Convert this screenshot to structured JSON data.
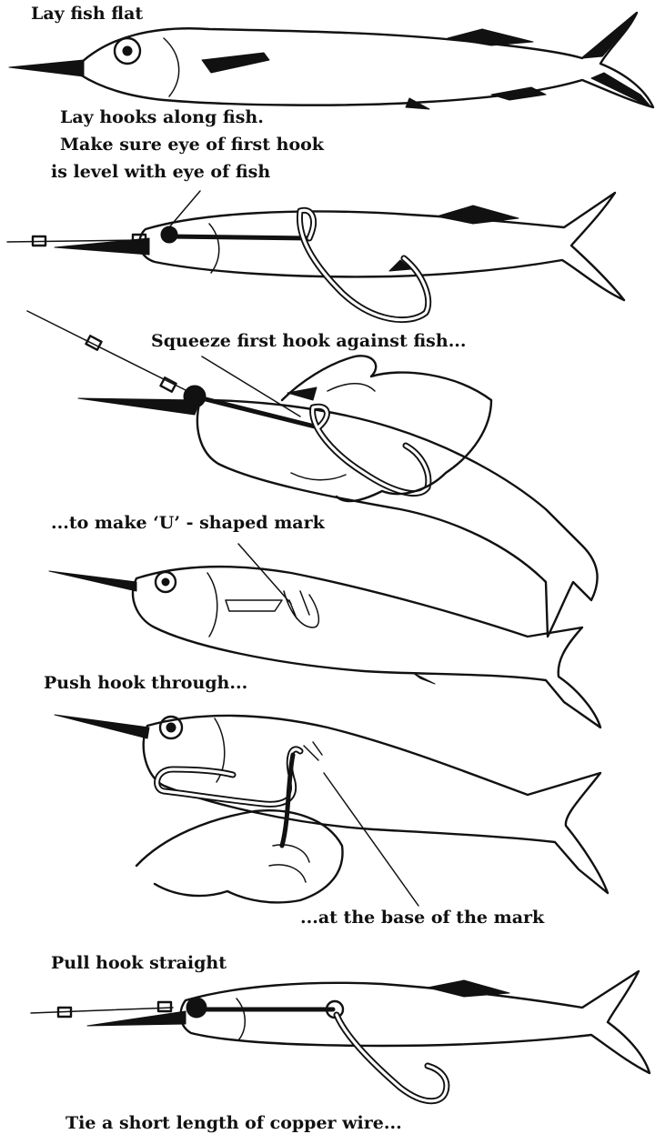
{
  "captions": {
    "step1": "Lay fish flat",
    "step2_line1": "Lay hooks along fish.",
    "step2_line2": "Make sure eye of first hook",
    "step2_line3": "is level with eye of fish",
    "step3": "Squeeze first hook against fish...",
    "step4": "...to make ‘U’ - shaped mark",
    "step5": "Push hook through...",
    "step6": "...at the base of the mark",
    "step7": "Pull hook straight",
    "step8": "Tie a short length of copper wire..."
  }
}
